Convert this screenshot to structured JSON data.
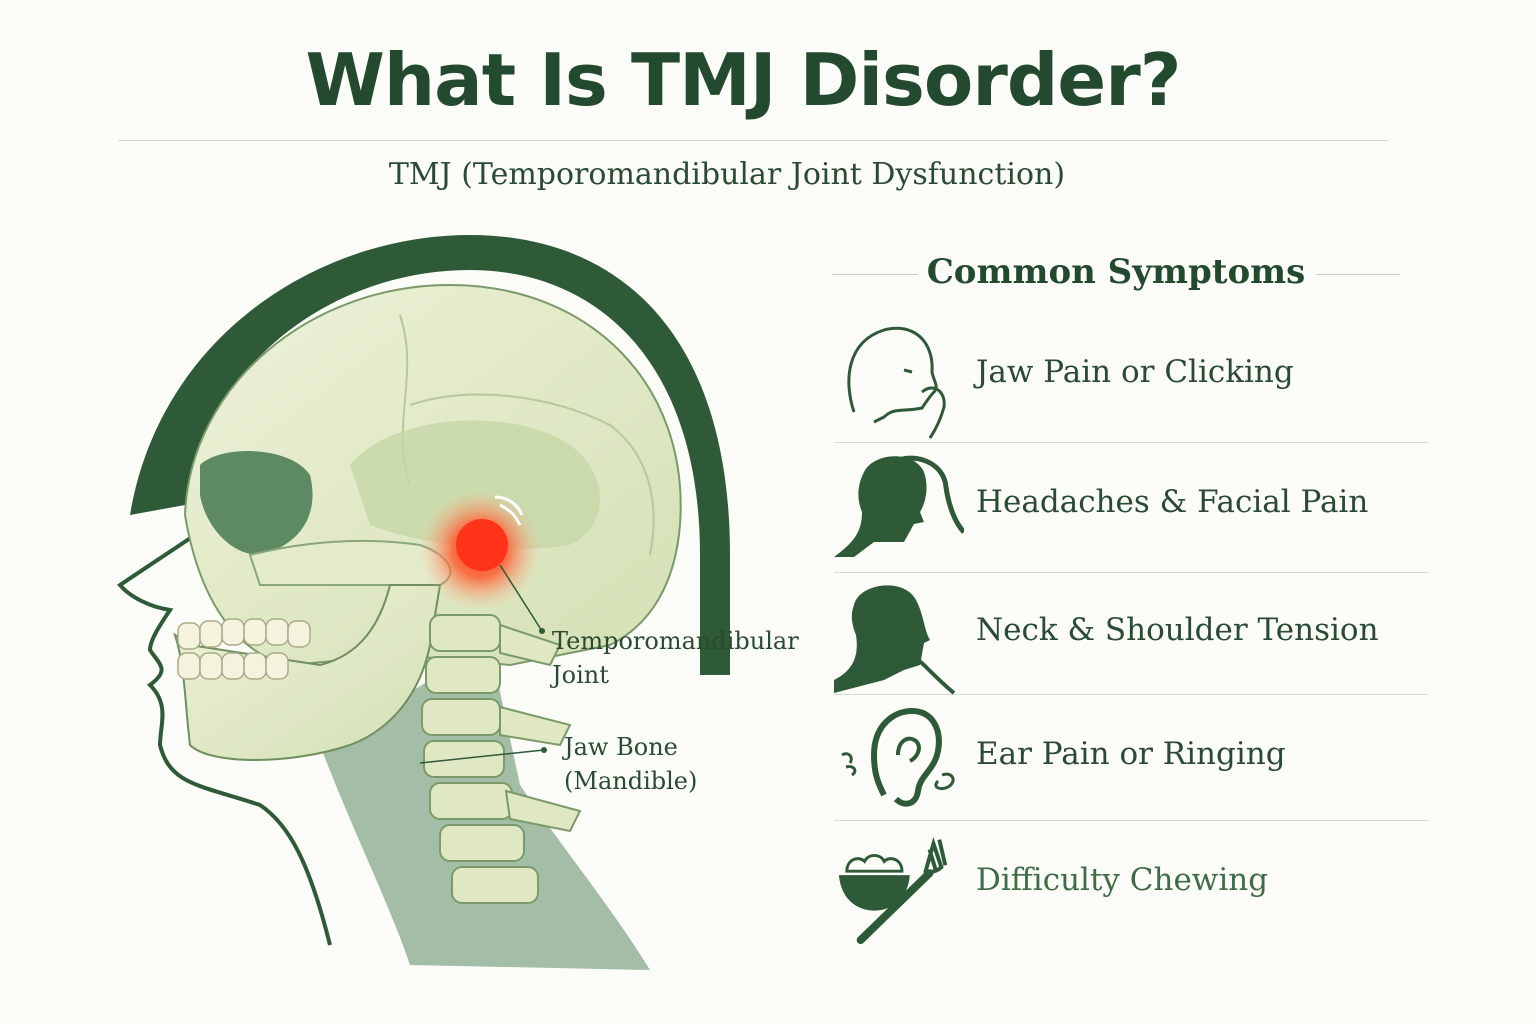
{
  "title": "What Is TMJ Disorder?",
  "subtitle": "TMJ (Temporomandibular Joint Dysfunction)",
  "diagram": {
    "labels": {
      "joint_line1": "Temporomandibular",
      "joint_line2": "Joint",
      "jaw_line1": "Jaw Bone",
      "jaw_line2": "(Mandible)"
    },
    "colors": {
      "dark_green": "#2f5a38",
      "bone": "#e6ecc8",
      "inflammation": "#ff4a24"
    }
  },
  "symptoms": {
    "heading": "Common Symptoms",
    "items": [
      {
        "label": "Jaw Pain or Clicking",
        "icon": "jaw-pain-icon"
      },
      {
        "label": "Headaches & Facial Pain",
        "icon": "headache-icon"
      },
      {
        "label": "Neck & Shoulder Tension",
        "icon": "neck-tension-icon"
      },
      {
        "label": "Ear Pain or Ringing",
        "icon": "ear-icon"
      },
      {
        "label": "Difficulty Chewing",
        "icon": "chewing-icon"
      }
    ]
  }
}
